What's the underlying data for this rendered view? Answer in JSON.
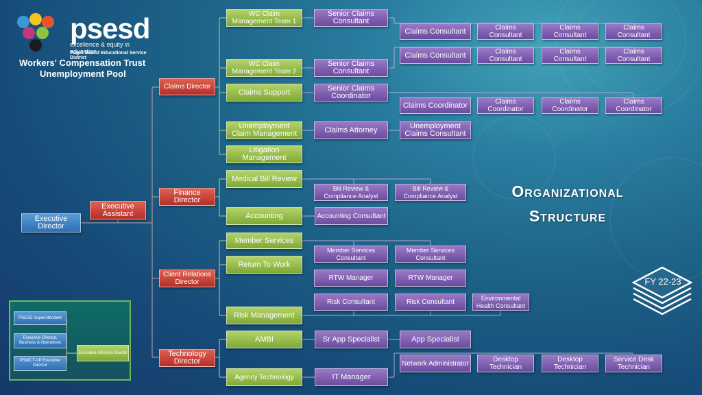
{
  "logo": {
    "name": "psesd",
    "tagline": "excellence & equity in education",
    "district": "Puget Sound Educational Service District",
    "program_line1": "Workers' Compensation Trust",
    "program_line2": "Unemployment Pool"
  },
  "title": {
    "line1": "Organizational",
    "line2": "Structure"
  },
  "fiscal_year": "FY 22-23",
  "colors": {
    "executive": "#2f6fb3",
    "director": "#b3302a",
    "team": "#7fa935",
    "staff": "#6a4b9e"
  },
  "org": {
    "executive_director": "Executive Director",
    "executive_assistant": "Executive Assistant",
    "directors": {
      "claims": "Claims Director",
      "finance": "Finance Director",
      "client_relations": "Client Relations Director",
      "technology": "Technology Director"
    },
    "claims": {
      "wc_team1": "WC Claim Management Team  1",
      "wc_team2": "WC Claim Management Team  2",
      "claims_support": "Claims Support",
      "unemployment_claim_mgmt": "Unemployment Claim Management",
      "litigation": "Litigation Management",
      "senior_claims_consultant_1": "Senior Claims Consultant",
      "senior_claims_consultant_2": "Senior Claims Consultant",
      "senior_claims_coordinator": "Senior Claims Coordinator",
      "claims_attorney": "Claims Attorney",
      "unemployment_claims_consultant": "Unemployment Claims Consultant",
      "team1_row1": [
        "Claims Consultant",
        "Claims Consultant",
        "Claims Consultant",
        "Claims Consultant"
      ],
      "team1_row2": [
        "Claims Consultant",
        "Claims Consultant",
        "Claims Consultant",
        "Claims Consultant"
      ],
      "coordinators": [
        "Claims Coordinator",
        "Claims Coordinator",
        "Claims Coordinator",
        "Claims Coordinator"
      ]
    },
    "finance": {
      "medical_bill_review": "Medical Bill Review",
      "accounting": "Accounting",
      "bill_review_analysts": [
        "Bill Review & Compliance Analyst",
        "Bill Review & Compliance Analyst"
      ],
      "accounting_consultant": "Accounting Consultant"
    },
    "client_relations": {
      "member_services": "Member Services",
      "return_to_work": "Return To Work",
      "risk_management": "Risk Management",
      "member_services_consultants": [
        "Member Services Consultant",
        "Member Services Consultant"
      ],
      "rtw_managers": [
        "RTW Manager",
        "RTW Manager"
      ],
      "risk_consultants": [
        "Risk Consultant",
        "Risk Consultant"
      ],
      "environmental_health_consultant": "Environmental Health Consultant"
    },
    "technology": {
      "ambi": "AMBI",
      "agency_technology": "Agency Technology",
      "sr_app_specialist": "Sr App Specialist",
      "app_specialist": "App Specialist",
      "it_manager": "IT Manager",
      "it_staff": [
        "Network Administrator",
        "Desktop Technician",
        "Desktop Technician",
        "Service Desk Technician"
      ]
    }
  },
  "advisory": {
    "superintendent": "PSESD Superintendent",
    "exec_dir_business": "Executive Director, Business & Operations",
    "pswct_exec_dir": "PSWCT-UP Executive Director",
    "boards": "Executive Advisory Boards"
  }
}
